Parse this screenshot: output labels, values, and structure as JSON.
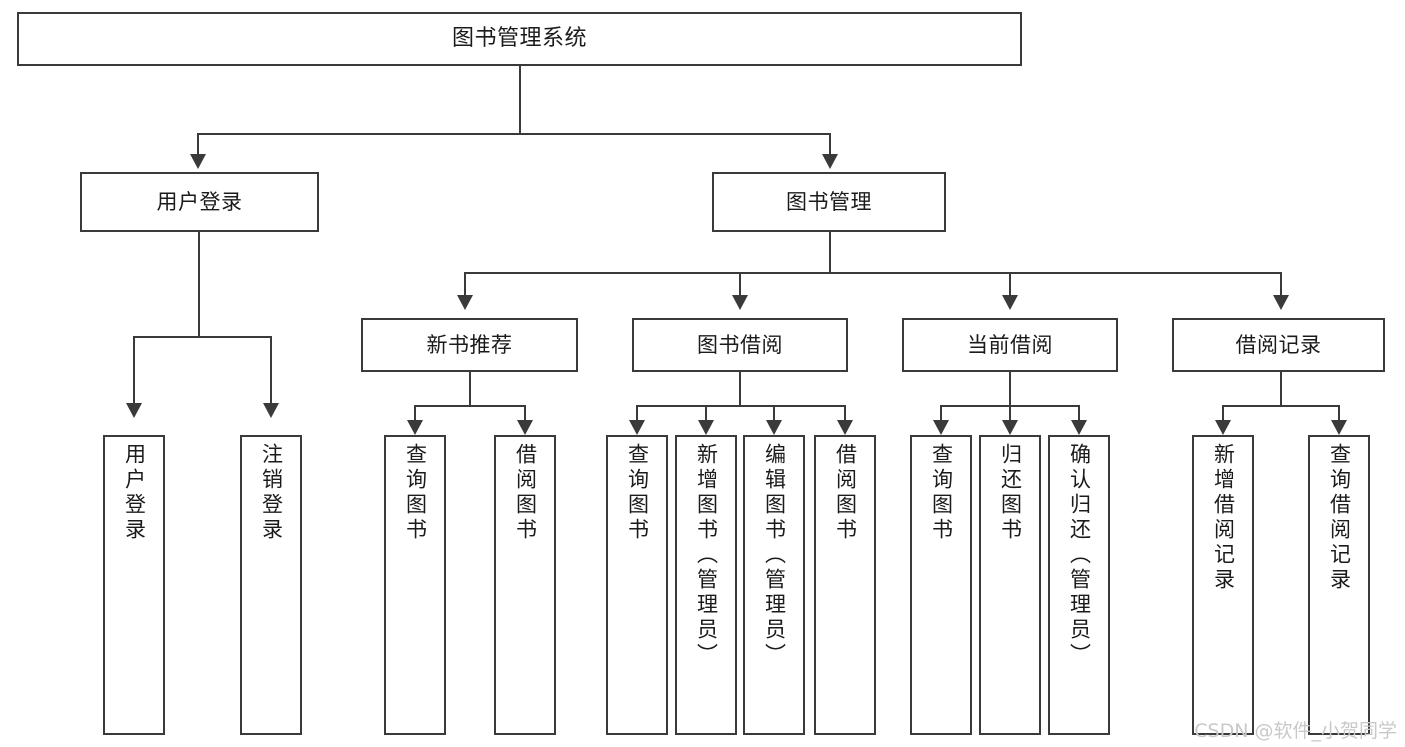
{
  "diagram": {
    "type": "tree-hierarchy",
    "title": "图书管理系统",
    "root": {
      "id": "root",
      "label": "图书管理系统"
    },
    "level1": [
      {
        "id": "user-login",
        "label": "用户登录"
      },
      {
        "id": "book-management",
        "label": "图书管理"
      }
    ],
    "level2": [
      {
        "id": "new-book-recommend",
        "label": "新书推荐",
        "parent": "book-management"
      },
      {
        "id": "book-borrow",
        "label": "图书借阅",
        "parent": "book-management"
      },
      {
        "id": "current-borrow",
        "label": "当前借阅",
        "parent": "book-management"
      },
      {
        "id": "borrow-record",
        "label": "借阅记录",
        "parent": "book-management"
      }
    ],
    "leaves": [
      {
        "id": "leaf-user-login",
        "label": "用户登录",
        "parent": "user-login"
      },
      {
        "id": "leaf-logout-login",
        "label": "注销登录",
        "parent": "user-login"
      },
      {
        "id": "leaf-query-book-1",
        "label": "查询图书",
        "parent": "new-book-recommend"
      },
      {
        "id": "leaf-borrow-book-1",
        "label": "借阅图书",
        "parent": "new-book-recommend"
      },
      {
        "id": "leaf-query-book-2",
        "label": "查询图书",
        "parent": "book-borrow"
      },
      {
        "id": "leaf-add-book",
        "label": "新增图书（管理员）",
        "parent": "book-borrow"
      },
      {
        "id": "leaf-edit-book",
        "label": "编辑图书（管理员）",
        "parent": "book-borrow"
      },
      {
        "id": "leaf-borrow-book-2",
        "label": "借阅图书",
        "parent": "book-borrow"
      },
      {
        "id": "leaf-query-book-3",
        "label": "查询图书",
        "parent": "current-borrow"
      },
      {
        "id": "leaf-return-book",
        "label": "归还图书",
        "parent": "current-borrow"
      },
      {
        "id": "leaf-confirm-return",
        "label": "确认归还（管理员）",
        "parent": "current-borrow"
      },
      {
        "id": "leaf-add-record",
        "label": "新增借阅记录",
        "parent": "borrow-record"
      },
      {
        "id": "leaf-query-record",
        "label": "查询借阅记录",
        "parent": "borrow-record"
      }
    ],
    "watermark": "CSDN @软件_小贺同学",
    "colors": {
      "stroke": "#3a3a3a",
      "fill": "#ffffff",
      "text": "#1b1b1b",
      "watermark": "#c9c9c9"
    }
  }
}
